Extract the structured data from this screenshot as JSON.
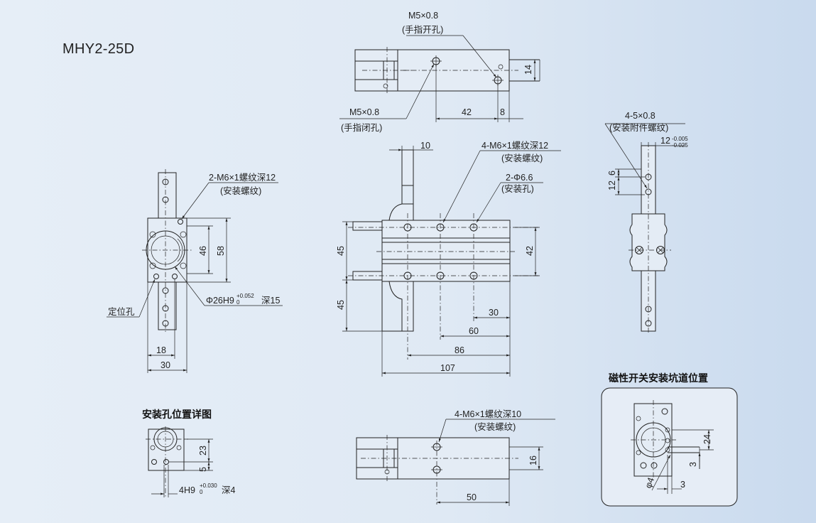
{
  "model": "MHY2-25D",
  "labels": {
    "m5_open": "M5×0.8",
    "m5_open_note": "(手指开孔)",
    "m5_close": "M5×0.8",
    "m5_close_note": "(手指闭孔)",
    "m6_12": "4-M6×1螺纹深12",
    "m6_12_note": "(安装螺纹)",
    "phi66": "2-Φ6.6",
    "phi66_note": "(安装孔)",
    "left_m6": "2-M6×1螺纹深12",
    "left_m6_note": "(安装螺纹)",
    "dingwei": "定位孔",
    "phi26": "Φ26H9",
    "phi26_tol": "+0.052",
    "phi26_tol0": "0",
    "phi26_depth": "深15",
    "m5_side": "4-5×0.8",
    "m5_side_note": "(安装附件螺纹)",
    "tol12": "12",
    "tol12_hi": "-0.005",
    "tol12_lo": "-0.025",
    "m6_10": "4-M6×1螺纹深10",
    "m6_10_note": "(安装螺纹)",
    "detail_title": "安装孔位置详图",
    "h4": "4H9",
    "h4_tol": "+0.030",
    "h4_tol0": "0",
    "h4_depth": "深4",
    "switch_title": "磁性开关安装坑道位置",
    "phi4": "φ4"
  },
  "dims": {
    "d14": "14",
    "d42a": "42",
    "d8": "8",
    "d10": "10",
    "d46": "46",
    "d58": "58",
    "d18": "18",
    "d30a": "30",
    "d45a": "45",
    "d45b": "45",
    "d42b": "42",
    "d30b": "30",
    "d60": "60",
    "d86": "86",
    "d107": "107",
    "d6": "6",
    "d12": "12",
    "d23": "23",
    "d5": "5",
    "d16": "16",
    "d50": "50",
    "d24": "24",
    "d3a": "3",
    "d3b": "3"
  }
}
